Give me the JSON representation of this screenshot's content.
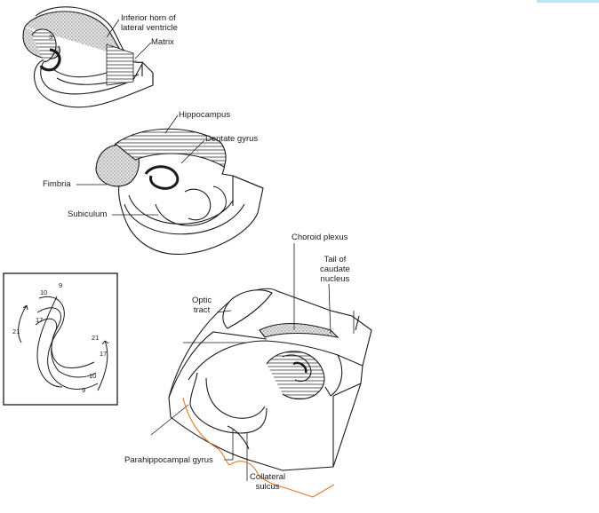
{
  "labels": {
    "inferior_horn": "Inferior horn of\nlateral ventricle",
    "matrix": "Matrix",
    "hippocampus": "Hippocampus",
    "dentate_gyrus": "Dentate gyrus",
    "fimbria": "Fimbria",
    "subiculum": "Subiculum",
    "choroid_plexus": "Choroid plexus",
    "tail_of_caudate": "Tail of\ncaudate\nnucleus",
    "optic_tract": "Optic\ntract",
    "parahippocampal_gyrus": "Parahippocampal gyrus",
    "collateral_sulcus": "Collateral\nsulcus"
  },
  "stage_numbers": {
    "top_drawing": "3"
  },
  "inset_numbers": [
    "10",
    "9",
    "17",
    "21",
    "21",
    "17",
    "10",
    "9"
  ],
  "colors": {
    "line": "#1a1a1a",
    "annotation": "#e07a2a",
    "hatch_fill": "#d8d8d8",
    "corner_accent": "#bfe0f5"
  }
}
